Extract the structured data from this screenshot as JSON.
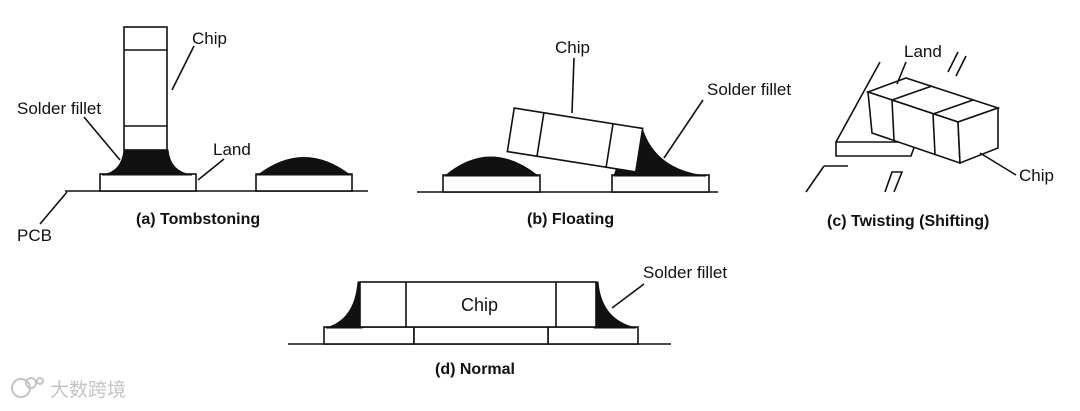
{
  "panels": {
    "a": {
      "caption": "(a) Tombstoning",
      "chip": "Chip",
      "solder_fillet": "Solder fillet",
      "land": "Land",
      "pcb": "PCB"
    },
    "b": {
      "caption": "(b) Floating",
      "chip": "Chip",
      "solder_fillet": "Solder fillet"
    },
    "c": {
      "caption": "(c) Twisting (Shifting)",
      "land": "Land",
      "chip": "Chip"
    },
    "d": {
      "caption": "(d) Normal",
      "chip": "Chip",
      "solder_fillet": "Solder fillet"
    }
  },
  "watermark": {
    "text": "大数跨境",
    "icon": "watermark-logo-icon"
  },
  "colors": {
    "ink": "#111111",
    "background": "#ffffff",
    "watermark": "#c4c4c4"
  }
}
